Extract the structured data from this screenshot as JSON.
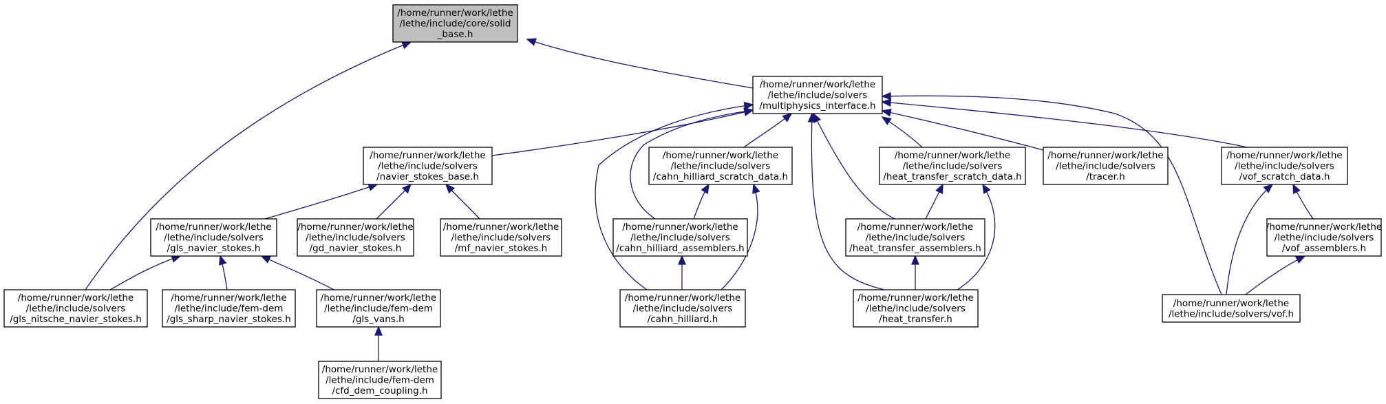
{
  "colors": {
    "edge": "#191970",
    "root_fill": "#bfbfbf",
    "node_fill": "#ffffff",
    "border": "#000000"
  },
  "nodes": [
    {
      "id": "solid_base",
      "lines": [
        "/home/runner/work/lethe",
        "/lethe/include/core/solid",
        "_base.h"
      ]
    },
    {
      "id": "multiphysics_interface",
      "lines": [
        "/home/runner/work/lethe",
        "/lethe/include/solvers",
        "/multiphysics_interface.h"
      ]
    },
    {
      "id": "navier_stokes_base",
      "lines": [
        "/home/runner/work/lethe",
        "/lethe/include/solvers",
        "/navier_stokes_base.h"
      ]
    },
    {
      "id": "cahn_hilliard_scratch_data",
      "lines": [
        "/home/runner/work/lethe",
        "/lethe/include/solvers",
        "/cahn_hilliard_scratch_data.h"
      ]
    },
    {
      "id": "heat_transfer_scratch_data",
      "lines": [
        "/home/runner/work/lethe",
        "/lethe/include/solvers",
        "/heat_transfer_scratch_data.h"
      ]
    },
    {
      "id": "tracer",
      "lines": [
        "/home/runner/work/lethe",
        "/lethe/include/solvers",
        "/tracer.h"
      ]
    },
    {
      "id": "vof_scratch_data",
      "lines": [
        "/home/runner/work/lethe",
        "/lethe/include/solvers",
        "/vof_scratch_data.h"
      ]
    },
    {
      "id": "gls_navier_stokes",
      "lines": [
        "/home/runner/work/lethe",
        "/lethe/include/solvers",
        "/gls_navier_stokes.h"
      ]
    },
    {
      "id": "gd_navier_stokes",
      "lines": [
        "/home/runner/work/lethe",
        "/lethe/include/solvers",
        "/gd_navier_stokes.h"
      ]
    },
    {
      "id": "mf_navier_stokes",
      "lines": [
        "/home/runner/work/lethe",
        "/lethe/include/solvers",
        "/mf_navier_stokes.h"
      ]
    },
    {
      "id": "cahn_hilliard_assemblers",
      "lines": [
        "/home/runner/work/lethe",
        "/lethe/include/solvers",
        "/cahn_hilliard_assemblers.h"
      ]
    },
    {
      "id": "heat_transfer_assemblers",
      "lines": [
        "/home/runner/work/lethe",
        "/lethe/include/solvers",
        "/heat_transfer_assemblers.h"
      ]
    },
    {
      "id": "vof_assemblers",
      "lines": [
        "/home/runner/work/lethe",
        "/lethe/include/solvers",
        "/vof_assemblers.h"
      ]
    },
    {
      "id": "gls_nitsche_navier_stokes",
      "lines": [
        "/home/runner/work/lethe",
        "/lethe/include/solvers",
        "/gls_nitsche_navier_stokes.h"
      ]
    },
    {
      "id": "gls_sharp_navier_stokes",
      "lines": [
        "/home/runner/work/lethe",
        "/lethe/include/fem-dem",
        "/gls_sharp_navier_stokes.h"
      ]
    },
    {
      "id": "gls_vans",
      "lines": [
        "/home/runner/work/lethe",
        "/lethe/include/fem-dem",
        "/gls_vans.h"
      ]
    },
    {
      "id": "cahn_hilliard",
      "lines": [
        "/home/runner/work/lethe",
        "/lethe/include/solvers",
        "/cahn_hilliard.h"
      ]
    },
    {
      "id": "heat_transfer",
      "lines": [
        "/home/runner/work/lethe",
        "/lethe/include/solvers",
        "/heat_transfer.h"
      ]
    },
    {
      "id": "vof",
      "lines": [
        "/home/runner/work/lethe",
        "/lethe/include/solvers/vof.h"
      ]
    },
    {
      "id": "cfd_dem_coupling",
      "lines": [
        "/home/runner/work/lethe",
        "/lethe/include/fem-dem",
        "/cfd_dem_coupling.h"
      ]
    }
  ],
  "edges": [
    {
      "from": "multiphysics_interface",
      "to": "solid_base"
    },
    {
      "from": "gls_nitsche_navier_stokes",
      "to": "solid_base"
    },
    {
      "from": "navier_stokes_base",
      "to": "multiphysics_interface"
    },
    {
      "from": "cahn_hilliard_scratch_data",
      "to": "multiphysics_interface"
    },
    {
      "from": "cahn_hilliard_assemblers",
      "to": "multiphysics_interface"
    },
    {
      "from": "cahn_hilliard",
      "to": "multiphysics_interface"
    },
    {
      "from": "heat_transfer_scratch_data",
      "to": "multiphysics_interface"
    },
    {
      "from": "heat_transfer_assemblers",
      "to": "multiphysics_interface"
    },
    {
      "from": "heat_transfer",
      "to": "multiphysics_interface"
    },
    {
      "from": "tracer",
      "to": "multiphysics_interface"
    },
    {
      "from": "vof_scratch_data",
      "to": "multiphysics_interface"
    },
    {
      "from": "vof",
      "to": "multiphysics_interface"
    },
    {
      "from": "gls_navier_stokes",
      "to": "navier_stokes_base"
    },
    {
      "from": "gd_navier_stokes",
      "to": "navier_stokes_base"
    },
    {
      "from": "mf_navier_stokes",
      "to": "navier_stokes_base"
    },
    {
      "from": "gls_nitsche_navier_stokes",
      "to": "gls_navier_stokes"
    },
    {
      "from": "gls_sharp_navier_stokes",
      "to": "gls_navier_stokes"
    },
    {
      "from": "gls_vans",
      "to": "gls_navier_stokes"
    },
    {
      "from": "cfd_dem_coupling",
      "to": "gls_vans"
    },
    {
      "from": "cahn_hilliard_assemblers",
      "to": "cahn_hilliard_scratch_data"
    },
    {
      "from": "cahn_hilliard",
      "to": "cahn_hilliard_scratch_data"
    },
    {
      "from": "cahn_hilliard",
      "to": "cahn_hilliard_assemblers"
    },
    {
      "from": "heat_transfer_assemblers",
      "to": "heat_transfer_scratch_data"
    },
    {
      "from": "heat_transfer",
      "to": "heat_transfer_scratch_data"
    },
    {
      "from": "heat_transfer",
      "to": "heat_transfer_assemblers"
    },
    {
      "from": "vof_assemblers",
      "to": "vof_scratch_data"
    },
    {
      "from": "vof",
      "to": "vof_scratch_data"
    },
    {
      "from": "vof",
      "to": "vof_assemblers"
    }
  ]
}
